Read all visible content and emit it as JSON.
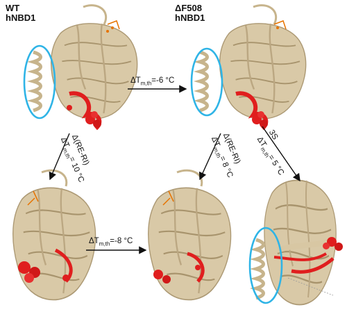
{
  "panels": {
    "wt": {
      "line1": "WT",
      "line2": "hNBD1"
    },
    "df508": {
      "line1": "ΔF508",
      "line2": "hNBD1"
    }
  },
  "arrows": {
    "top_horizontal": {
      "prefix": "ΔT",
      "sub": "m,th",
      "value": "=-6 °C"
    },
    "bottom_horizontal": {
      "prefix": "ΔT",
      "sub": "m,th",
      "value": "=-8 °C"
    },
    "left_diagonal": {
      "top": "Δ(RE-RI)",
      "prefix": "ΔT",
      "sub": "m,th",
      "value": "= 10 °C"
    },
    "middle_diagonal": {
      "top": "Δ(RE-RI)",
      "prefix": "ΔT",
      "sub": "m,th",
      "value": "= 8 °C"
    },
    "right_diagonal": {
      "top": "3S",
      "prefix": "ΔT",
      "sub": "m,th",
      "value": "= 5 °C"
    }
  },
  "colors": {
    "protein": "#d8c7a3",
    "protein_edge": "#a8946d",
    "highlight_red": "#e01e1e",
    "helix_circle": "#2fb4e6",
    "arrow": "#111111"
  }
}
